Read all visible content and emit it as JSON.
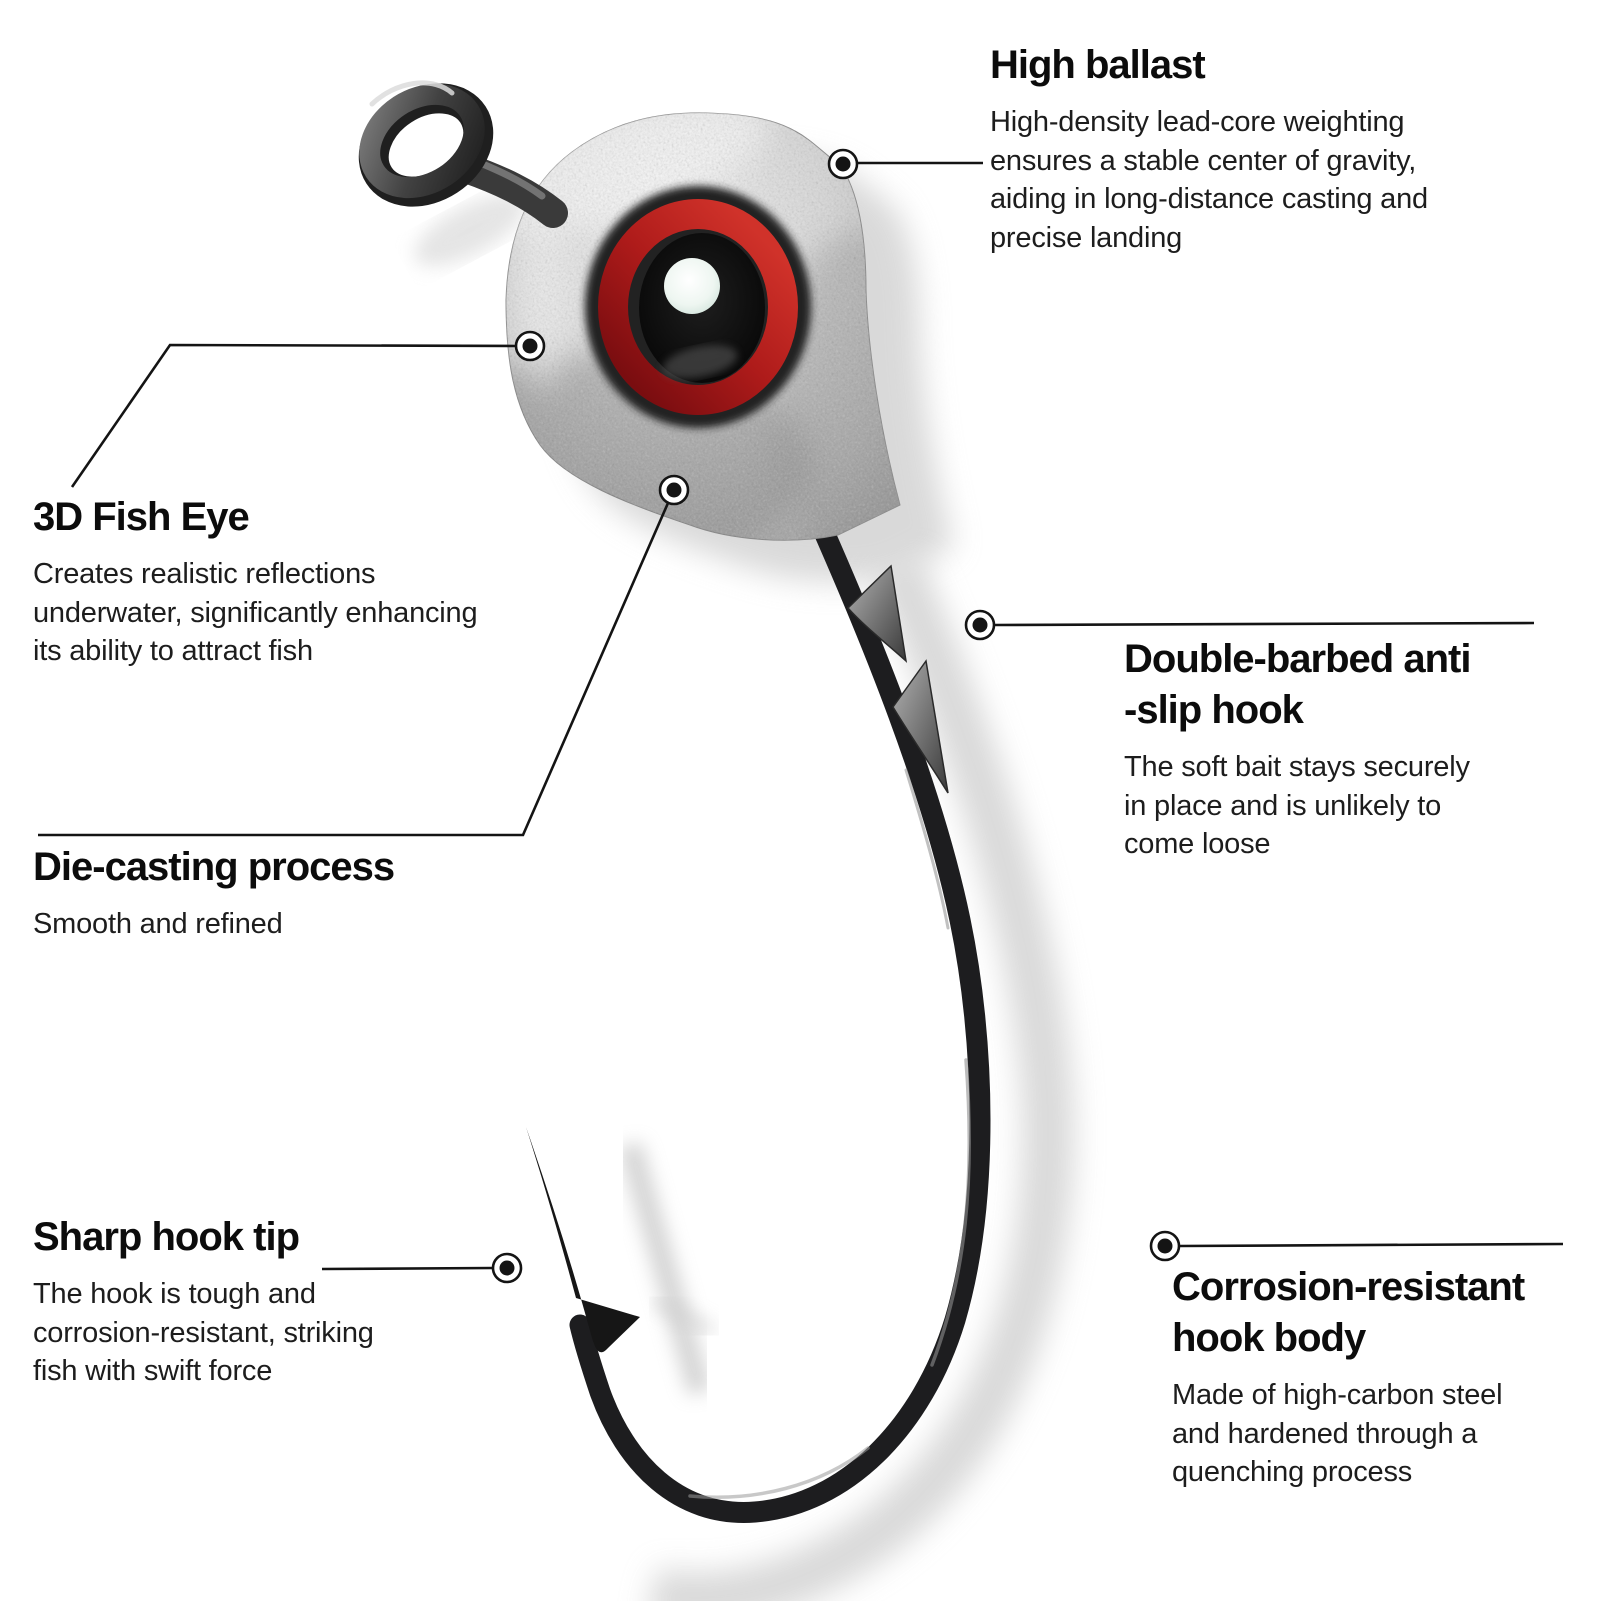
{
  "figure": {
    "subject": "Jig head fishing hook with 3D red eye",
    "colors": {
      "background": "#ffffff",
      "text": "#161616",
      "leader_line": "#141414",
      "hook_metal": "#1d1d1d",
      "head_silver": "#c6c6c6",
      "eye_ring_red": "#b01b1b",
      "eye_pupil": "#0a0a0a",
      "eye_pearl": "#edf6f0",
      "shadow": "#d2d2d2"
    }
  },
  "callouts": [
    {
      "id": "high-ballast",
      "title": "High ballast",
      "body": "High-density lead-core weighting\nensures a stable center of gravity,\naiding in long-distance casting and\nprecise landing"
    },
    {
      "id": "fish-eye",
      "title": "3D Fish Eye",
      "body": "Creates realistic reflections\nunderwater, significantly enhancing\nits ability to attract fish"
    },
    {
      "id": "die-casting",
      "title": "Die-casting process",
      "body": "Smooth and refined"
    },
    {
      "id": "double-barbed",
      "title": "Double-barbed anti\n-slip hook",
      "body": "The soft bait stays securely\nin place and is unlikely to\ncome loose"
    },
    {
      "id": "sharp-tip",
      "title": "Sharp hook tip",
      "body": "The hook is tough and\ncorrosion-resistant, striking\nfish with swift force"
    },
    {
      "id": "corrosion",
      "title": "Corrosion-resistant\nhook body",
      "body": "Made of high-carbon steel\nand hardened through a\nquenching process"
    }
  ]
}
